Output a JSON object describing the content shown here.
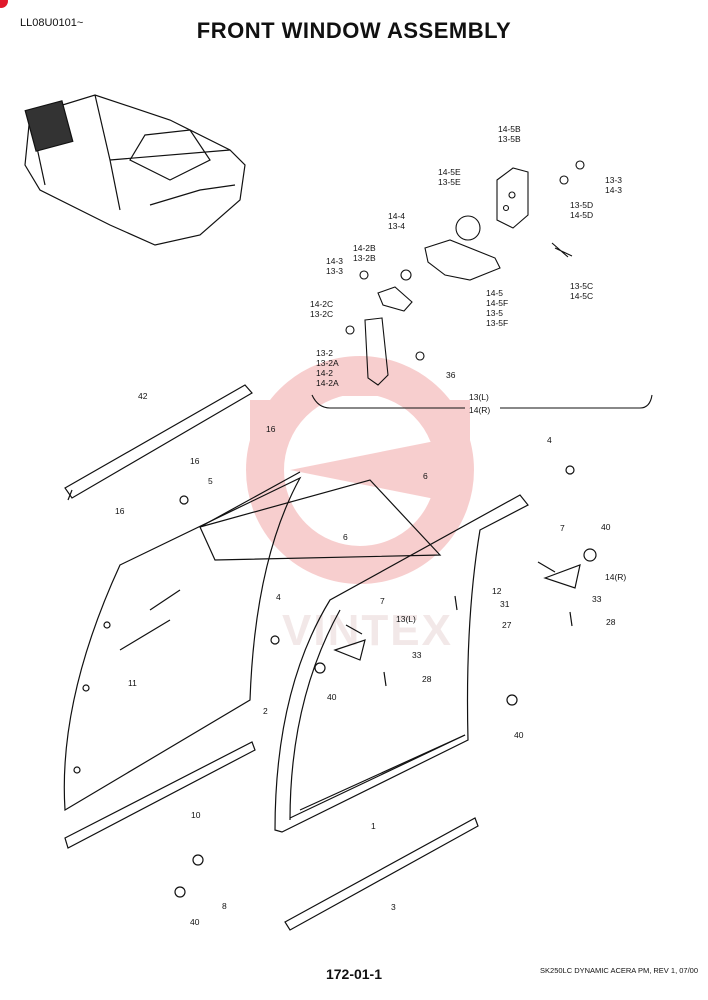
{
  "header": {
    "code": "LL08U0101~",
    "title": "FRONT WINDOW ASSEMBLY"
  },
  "footer": {
    "page": "172-01-1",
    "revision": "SK250LC DYNAMIC ACERA PM, REV 1, 07/00"
  },
  "watermark": {
    "text": "VINTEX",
    "color": "#f4b8b8"
  },
  "callouts": {
    "c14_5B": "14-5B",
    "c13_5B": "13-5B",
    "c14_5E": "14-5E",
    "c13_5E": "13-5E",
    "c13_3a": "13-3",
    "c14_3a": "14-3",
    "c13_5D": "13-5D",
    "c14_5D": "14-5D",
    "c14_4": "14-4",
    "c13_4": "13-4",
    "c14_2B": "14-2B",
    "c13_2B": "13-2B",
    "c14_3b": "14-3",
    "c13_3b": "13-3",
    "c13_5C": "13-5C",
    "c14_5C": "14-5C",
    "c14_5": "14-5",
    "c14_5F": "14-5F",
    "c13_5": "13-5",
    "c13_5F": "13-5F",
    "c14_2C": "14-2C",
    "c13_2C": "13-2C",
    "c13_2": "13-2",
    "c13_2A": "13-2A",
    "c14_2": "14-2",
    "c14_2A": "14-2A",
    "c36": "36",
    "c13L_top": "13(L)",
    "c14R_top": "14(R)",
    "c42": "42",
    "c16a": "16",
    "c16b": "16",
    "c16c": "16",
    "c5": "5",
    "c4a": "4",
    "c6a": "6",
    "c7a": "7",
    "c40a": "40",
    "c14R": "14(R)",
    "c33a": "33",
    "c28a": "28",
    "c12": "12",
    "c31": "31",
    "c27": "27",
    "c6b": "6",
    "c4b": "4",
    "c7b": "7",
    "c13L": "13(L)",
    "c33b": "33",
    "c28b": "28",
    "c11": "11",
    "c40b": "40",
    "c2": "2",
    "c40c": "40",
    "c10": "10",
    "c1": "1",
    "c8": "8",
    "c3": "3",
    "c40d": "40"
  }
}
